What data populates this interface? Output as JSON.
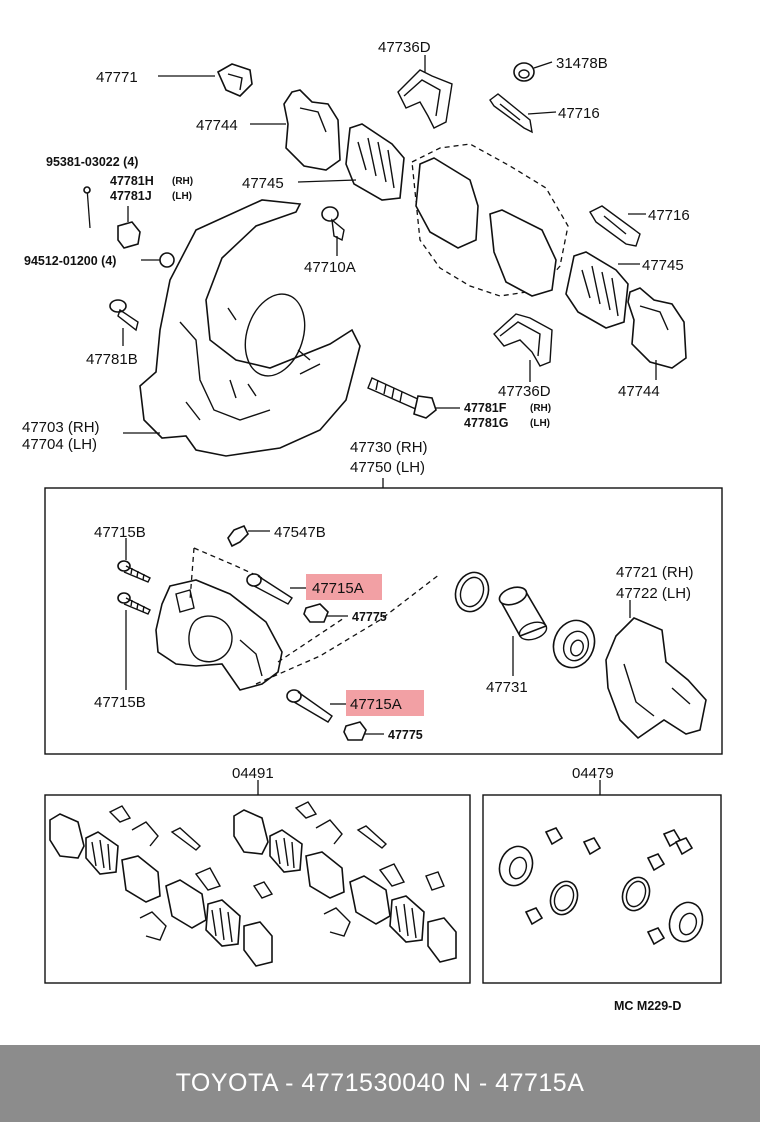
{
  "diagram": {
    "labels": {
      "p47736D_top": "47736D",
      "p31478B": "31478B",
      "p47771": "47771",
      "p47716_top": "47716",
      "p47744_left": "47744",
      "p95381": "95381-03022 (4)",
      "p47781H": "47781H",
      "p47781H_side": "(RH)",
      "p47781J": "47781J",
      "p47781J_side": "(LH)",
      "p47745_left": "47745",
      "p47716_right": "47716",
      "p94512": "94512-01200 (4)",
      "p47710A": "47710A",
      "p47745_right": "47745",
      "p47781B": "47781B",
      "p47736D_bottom": "47736D",
      "p47744_right": "47744",
      "p47781F": "47781F",
      "p47781F_side": "(RH)",
      "p47781G": "47781G",
      "p47781G_side": "(LH)",
      "p47703": "47703 (RH)",
      "p47704": "47704 (LH)",
      "p47730": "47730 (RH)",
      "p47750": "47750 (LH)",
      "p47715B_top": "47715B",
      "p47547B": "47547B",
      "p47715A_top": "47715A",
      "p47721": "47721 (RH)",
      "p47722": "47722 (LH)",
      "p47775_top": "47775",
      "p47731": "47731",
      "p47715B_bottom": "47715B",
      "p47715A_bottom": "47715A",
      "p47775_bottom": "47775",
      "p04491": "04491",
      "p04479": "04479",
      "ref_code": "MC  M229-D"
    },
    "highlight_color": "#f2a0a4"
  },
  "footer": {
    "text": "TOYOTA - 4771530040      N - 47715A",
    "background": "#8c8c8c"
  }
}
